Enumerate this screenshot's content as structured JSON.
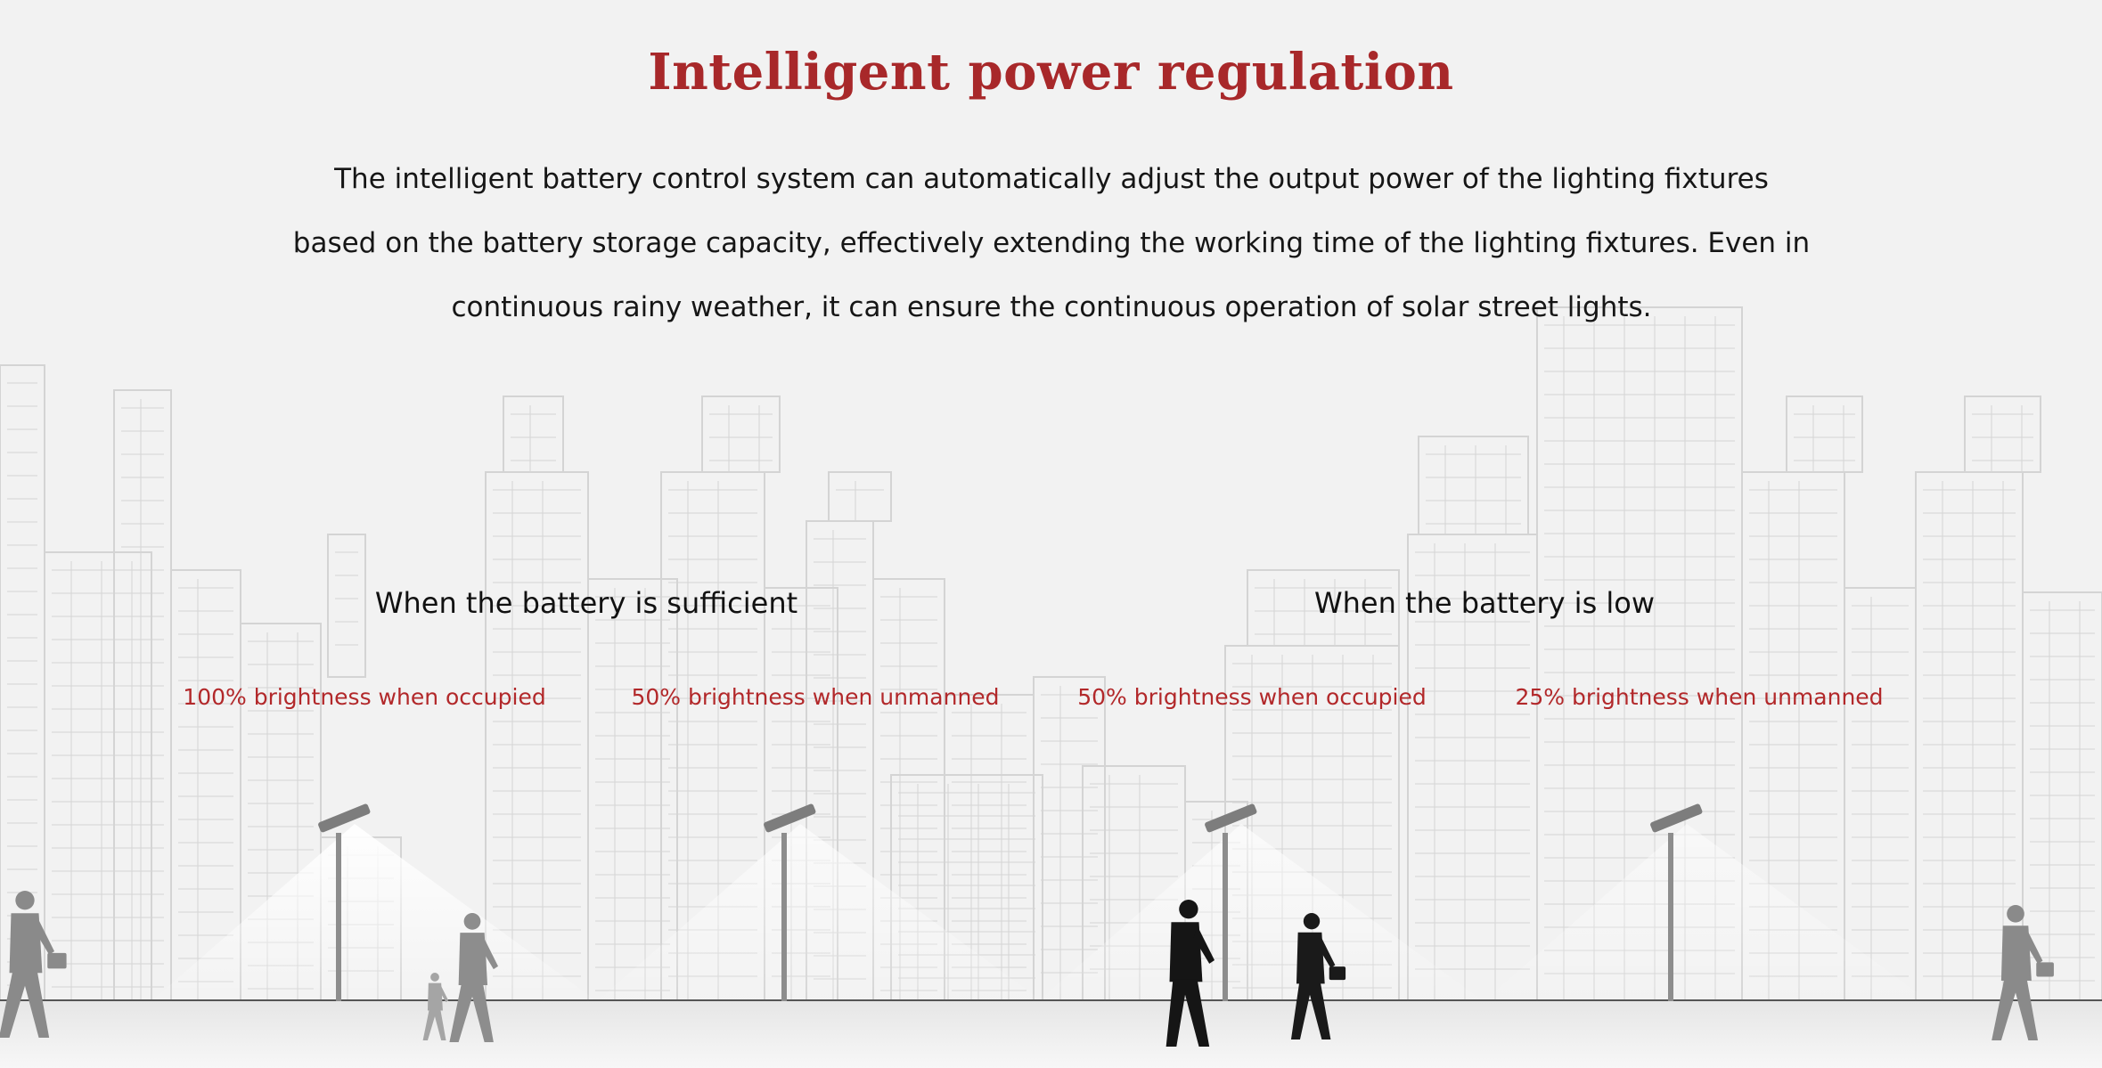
{
  "page": {
    "title": "Intelligent power regulation",
    "description_lines": [
      "The intelligent battery control system can automatically adjust the output power of the lighting fixtures",
      "based on the battery storage capacity, effectively extending the working time of the lighting fixtures. Even in",
      "continuous rainy weather, it can ensure the continuous operation of solar street lights."
    ]
  },
  "scenarios": [
    {
      "heading": "When the battery is sufficient",
      "modes": [
        {
          "label": "100% brightness when occupied",
          "brightness": 100,
          "occupied": true
        },
        {
          "label": "50% brightness when unmanned",
          "brightness": 50,
          "occupied": false
        }
      ]
    },
    {
      "heading": "When the battery is low",
      "modes": [
        {
          "label": "50% brightness when occupied",
          "brightness": 50,
          "occupied": true
        },
        {
          "label": "25% brightness when unmanned",
          "brightness": 25,
          "occupied": false
        }
      ]
    }
  ],
  "colors": {
    "accent": "#a8282a",
    "background": "#f2f2f2",
    "text": "#161616",
    "silhouette": "#151515"
  },
  "icons": [
    "skyline-illustration",
    "street-light-icon",
    "pedestrian-silhouette-icon"
  ]
}
